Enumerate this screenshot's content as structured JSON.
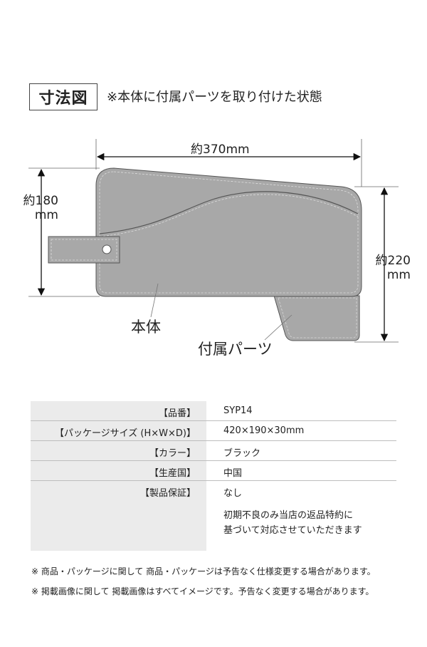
{
  "header": {
    "title": "寸法図",
    "subtitle": "※本体に付属パーツを取り付けた状態"
  },
  "diagram": {
    "width_label": "約370mm",
    "left_height_line1": "約180",
    "left_height_line2": "mm",
    "right_height_line1": "約220",
    "right_height_line2": "mm",
    "body_label": "本体",
    "parts_label": "付属パーツ"
  },
  "specs": {
    "rows": [
      {
        "label": "【品番】",
        "value": "SYP14"
      },
      {
        "label": "【パッケージサイズ (H×W×D)】",
        "value": "420×190×30mm"
      },
      {
        "label": "【カラー】",
        "value": "ブラック"
      },
      {
        "label": "【生産国】",
        "value": "中国"
      },
      {
        "label": "【製品保証】",
        "value": "なし"
      }
    ],
    "warranty_note_line1": "初期不良のみ当店の返品特約に",
    "warranty_note_line2": "基づいて対応させていただきます"
  },
  "footnotes": [
    "※ 商品・パッケージに関して 商品・パッケージは予告なく仕様変更する場合があります。",
    "※ 掲載画像に関して 掲載画像はすべてイメージです。予告なく変更する場合があります。"
  ],
  "colors": {
    "product_fill": "#a8a8a8",
    "product_stroke": "#555555",
    "table_label_bg": "#ebebeb"
  }
}
